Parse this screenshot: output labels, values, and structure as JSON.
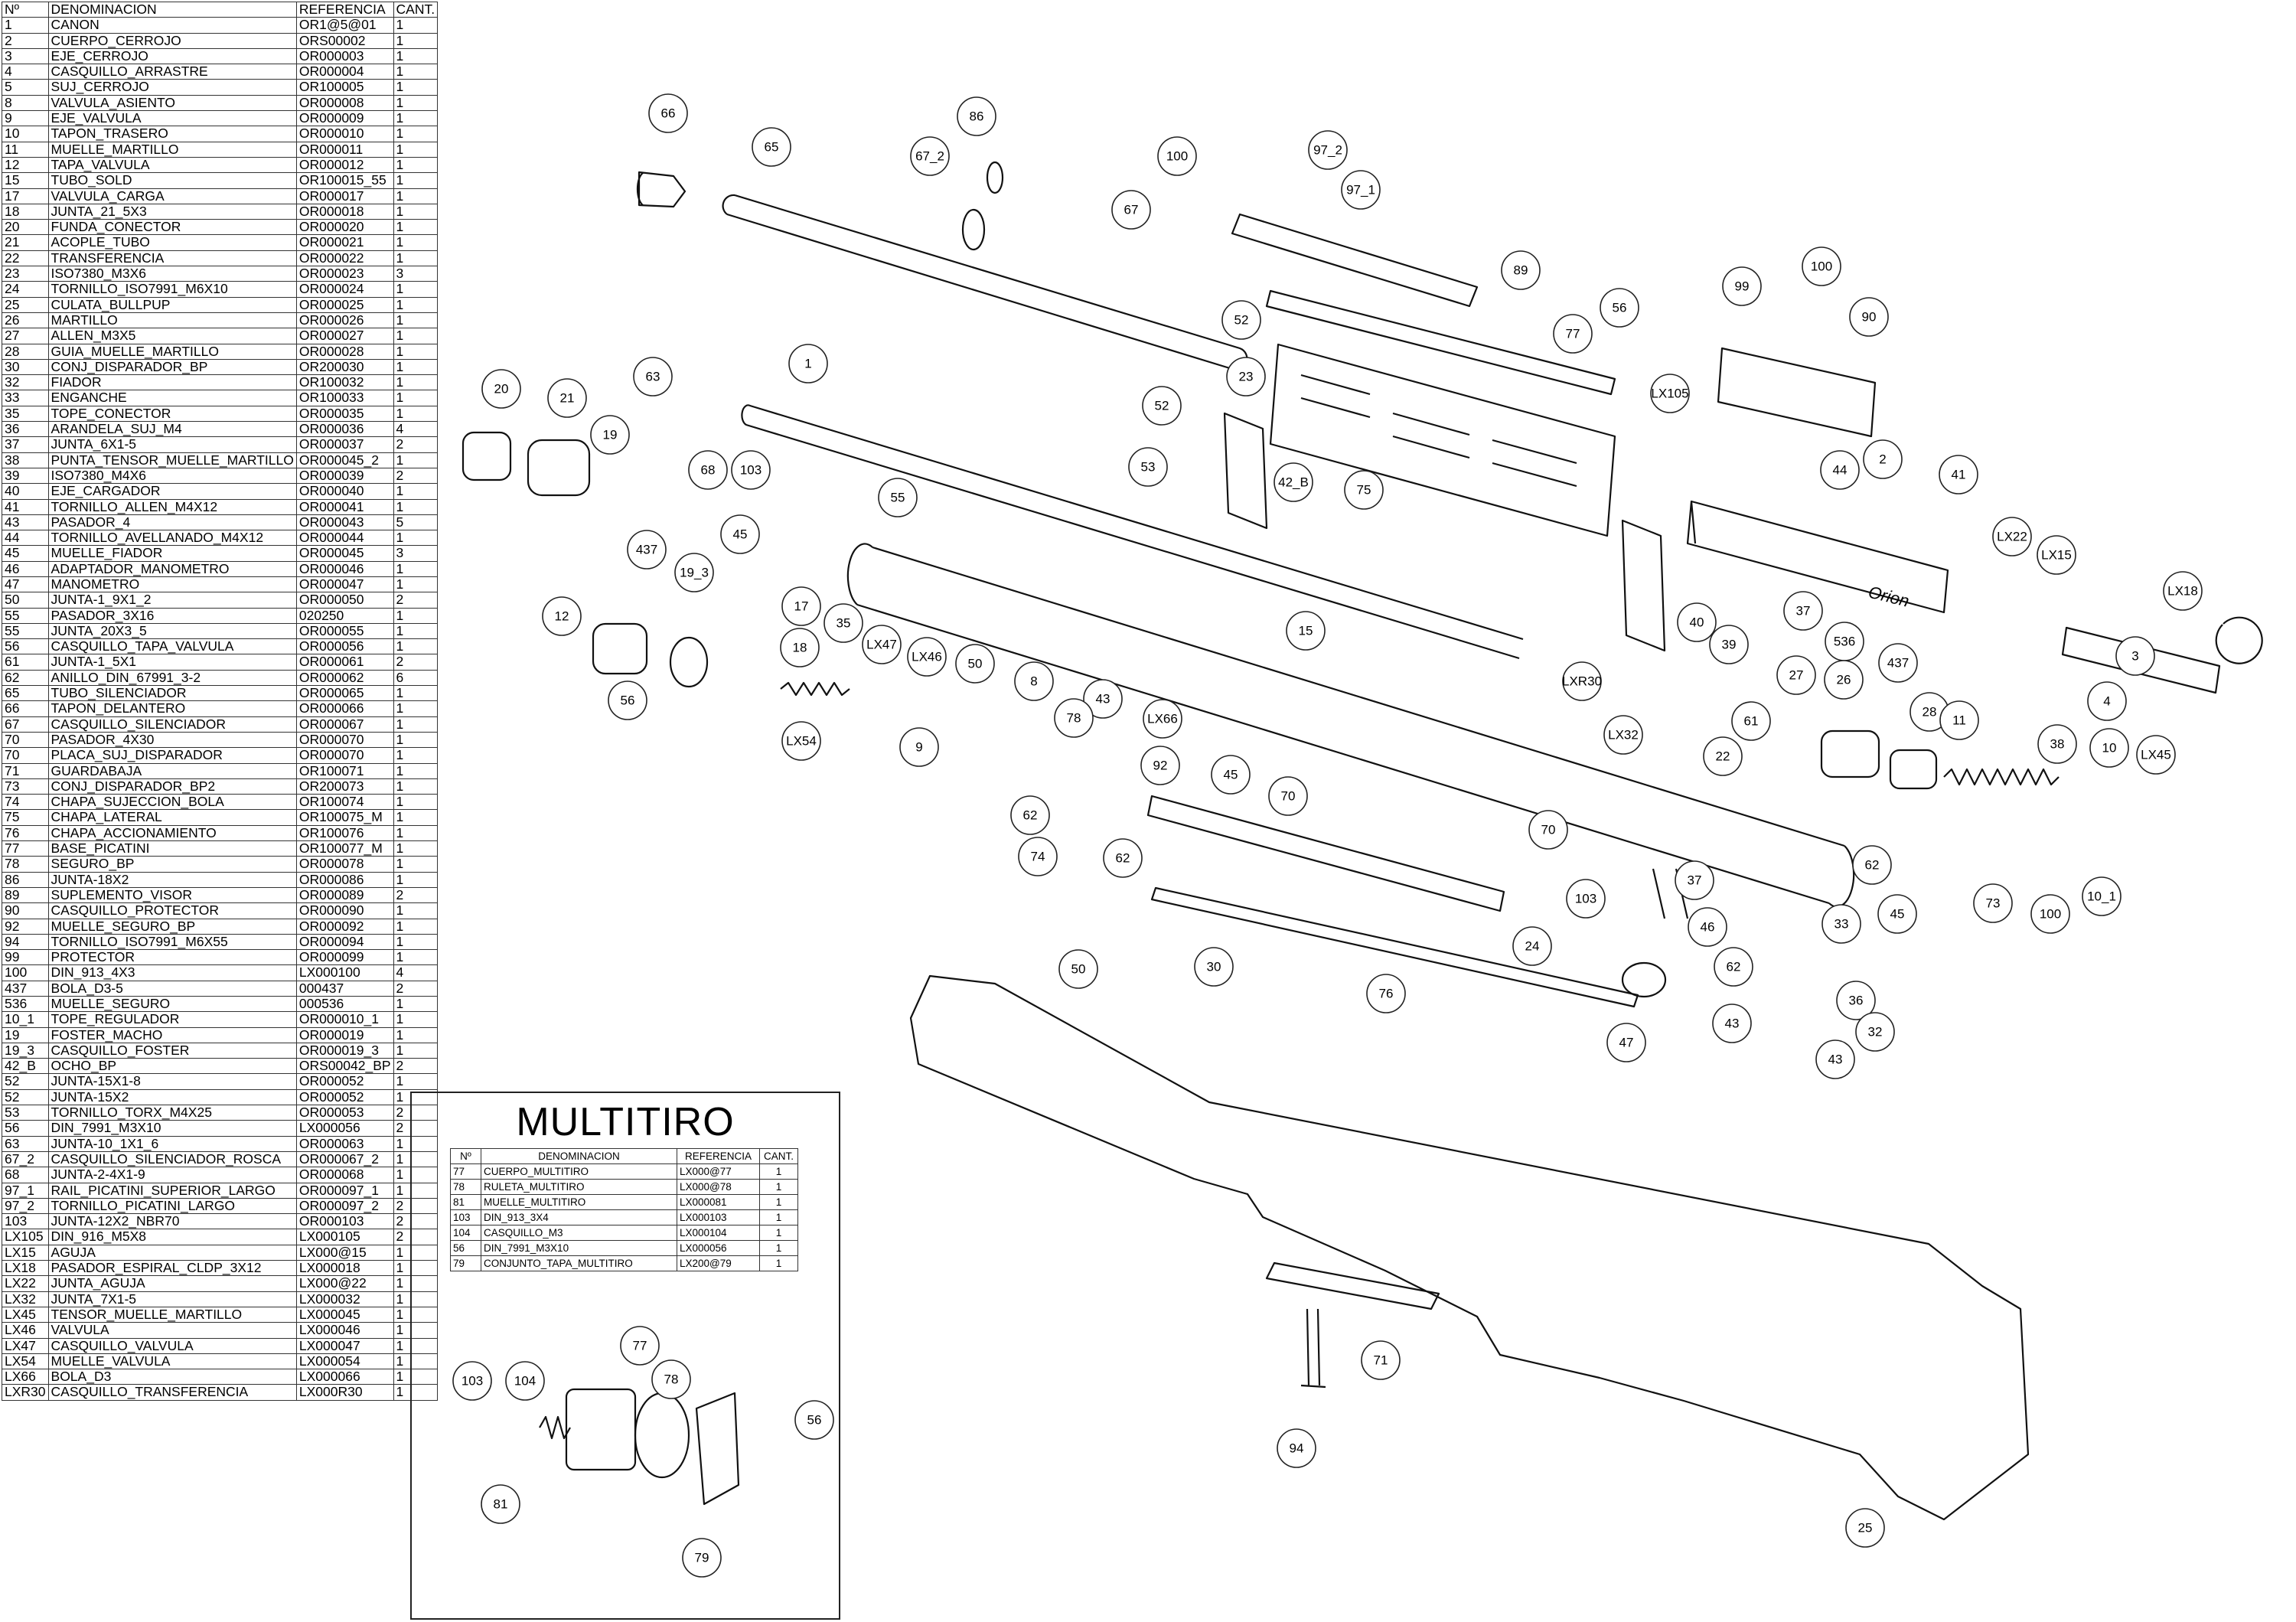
{
  "parts_table": {
    "headers": [
      "Nº",
      "DENOMINACION",
      "REFERENCIA",
      "CANT."
    ],
    "rows": [
      [
        "1",
        "CANON",
        "OR1@5@01",
        "1"
      ],
      [
        "2",
        "CUERPO_CERROJO",
        "ORS00002",
        "1"
      ],
      [
        "3",
        "EJE_CERROJO",
        "OR000003",
        "1"
      ],
      [
        "4",
        "CASQUILLO_ARRASTRE",
        "OR000004",
        "1"
      ],
      [
        "5",
        "SUJ_CERROJO",
        "OR100005",
        "1"
      ],
      [
        "8",
        "VALVULA_ASIENTO",
        "OR000008",
        "1"
      ],
      [
        "9",
        "EJE_VALVULA",
        "OR000009",
        "1"
      ],
      [
        "10",
        "TAPON_TRASERO",
        "OR000010",
        "1"
      ],
      [
        "11",
        "MUELLE_MARTILLO",
        "OR000011",
        "1"
      ],
      [
        "12",
        "TAPA_VALVULA",
        "OR000012",
        "1"
      ],
      [
        "15",
        "TUBO_SOLD",
        "OR100015_55",
        "1"
      ],
      [
        "17",
        "VALVULA_CARGA",
        "OR000017",
        "1"
      ],
      [
        "18",
        "JUNTA_21_5X3",
        "OR000018",
        "1"
      ],
      [
        "20",
        "FUNDA_CONECTOR",
        "OR000020",
        "1"
      ],
      [
        "21",
        "ACOPLE_TUBO",
        "OR000021",
        "1"
      ],
      [
        "22",
        "TRANSFERENCIA",
        "OR000022",
        "1"
      ],
      [
        "23",
        "ISO7380_M3X6",
        "OR000023",
        "3"
      ],
      [
        "24",
        "TORNILLO_ISO7991_M6X10",
        "OR000024",
        "1"
      ],
      [
        "25",
        "CULATA_BULLPUP",
        "OR000025",
        "1"
      ],
      [
        "26",
        "MARTILLO",
        "OR000026",
        "1"
      ],
      [
        "27",
        "ALLEN_M3X5",
        "OR000027",
        "1"
      ],
      [
        "28",
        "GUIA_MUELLE_MARTILLO",
        "OR000028",
        "1"
      ],
      [
        "30",
        "CONJ_DISPARADOR_BP",
        "OR200030",
        "1"
      ],
      [
        "32",
        "FIADOR",
        "OR100032",
        "1"
      ],
      [
        "33",
        "ENGANCHE",
        "OR100033",
        "1"
      ],
      [
        "35",
        "TOPE_CONECTOR",
        "OR000035",
        "1"
      ],
      [
        "36",
        "ARANDELA_SUJ_M4",
        "OR000036",
        "4"
      ],
      [
        "37",
        "JUNTA_6X1-5",
        "OR000037",
        "2"
      ],
      [
        "38",
        "PUNTA_TENSOR_MUELLE_MARTILLO",
        "OR000045_2",
        "1"
      ],
      [
        "39",
        "ISO7380_M4X6",
        "OR000039",
        "2"
      ],
      [
        "40",
        "EJE_CARGADOR",
        "OR000040",
        "1"
      ],
      [
        "41",
        "TORNILLO_ALLEN_M4X12",
        "OR000041",
        "1"
      ],
      [
        "43",
        "PASADOR_4",
        "OR000043",
        "5"
      ],
      [
        "44",
        "TORNILLO_AVELLANADO_M4X12",
        "OR000044",
        "1"
      ],
      [
        "45",
        "MUELLE_FIADOR",
        "OR000045",
        "3"
      ],
      [
        "46",
        "ADAPTADOR_MANOMETRO",
        "OR000046",
        "1"
      ],
      [
        "47",
        "MANOMETRO",
        "OR000047",
        "1"
      ],
      [
        "50",
        "JUNTA-1_9X1_2",
        "OR000050",
        "2"
      ],
      [
        "55",
        "PASADOR_3X16",
        "020250",
        "1"
      ],
      [
        "55",
        "JUNTA_20X3_5",
        "OR000055",
        "1"
      ],
      [
        "56",
        "CASQUILLO_TAPA_VALVULA",
        "OR000056",
        "1"
      ],
      [
        "61",
        "JUNTA-1_5X1",
        "OR000061",
        "2"
      ],
      [
        "62",
        "ANILLO_DIN_67991_3-2",
        "OR000062",
        "6"
      ],
      [
        "65",
        "TUBO_SILENCIADOR",
        "OR000065",
        "1"
      ],
      [
        "66",
        "TAPON_DELANTERO",
        "OR000066",
        "1"
      ],
      [
        "67",
        "CASQUILLO_SILENCIADOR",
        "OR000067",
        "1"
      ],
      [
        "70",
        "PASADOR_4X30",
        "OR000070",
        "1"
      ],
      [
        "70",
        "PLACA_SUJ_DISPARADOR",
        "OR000070",
        "1"
      ],
      [
        "71",
        "GUARDABAJA",
        "OR100071",
        "1"
      ],
      [
        "73",
        "CONJ_DISPARADOR_BP2",
        "OR200073",
        "1"
      ],
      [
        "74",
        "CHAPA_SUJECCION_BOLA",
        "OR100074",
        "1"
      ],
      [
        "75",
        "CHAPA_LATERAL",
        "OR100075_M",
        "1"
      ],
      [
        "76",
        "CHAPA_ACCIONAMIENTO",
        "OR100076",
        "1"
      ],
      [
        "77",
        "BASE_PICATINI",
        "OR100077_M",
        "1"
      ],
      [
        "78",
        "SEGURO_BP",
        "OR000078",
        "1"
      ],
      [
        "86",
        "JUNTA-18X2",
        "OR000086",
        "1"
      ],
      [
        "89",
        "SUPLEMENTO_VISOR",
        "OR000089",
        "2"
      ],
      [
        "90",
        "CASQUILLO_PROTECTOR",
        "OR000090",
        "1"
      ],
      [
        "92",
        "MUELLE_SEGURO_BP",
        "OR000092",
        "1"
      ],
      [
        "94",
        "TORNILLO_ISO7991_M6X55",
        "OR000094",
        "1"
      ],
      [
        "99",
        "PROTECTOR",
        "OR000099",
        "1"
      ],
      [
        "100",
        "DIN_913_4X3",
        "LX000100",
        "4"
      ],
      [
        "437",
        "BOLA_D3-5",
        "000437",
        "2"
      ],
      [
        "536",
        "MUELLE_SEGURO",
        "000536",
        "1"
      ],
      [
        "10_1",
        "TOPE_REGULADOR",
        "OR000010_1",
        "1"
      ],
      [
        "19",
        "FOSTER_MACHO",
        "OR000019",
        "1"
      ],
      [
        "19_3",
        "CASQUILLO_FOSTER",
        "OR000019_3",
        "1"
      ],
      [
        "42_B",
        "OCHO_BP",
        "ORS00042_BP",
        "2"
      ],
      [
        "52",
        "JUNTA-15X1-8",
        "OR000052",
        "1"
      ],
      [
        "52",
        "JUNTA-15X2",
        "OR000052",
        "1"
      ],
      [
        "53",
        "TORNILLO_TORX_M4X25",
        "OR000053",
        "2"
      ],
      [
        "56",
        "DIN_7991_M3X10",
        "LX000056",
        "2"
      ],
      [
        "63",
        "JUNTA-10_1X1_6",
        "OR000063",
        "1"
      ],
      [
        "67_2",
        "CASQUILLO_SILENCIADOR_ROSCA",
        "OR000067_2",
        "1"
      ],
      [
        "68",
        "JUNTA-2-4X1-9",
        "OR000068",
        "1"
      ],
      [
        "97_1",
        "RAIL_PICATINI_SUPERIOR_LARGO",
        "OR000097_1",
        "1"
      ],
      [
        "97_2",
        "TORNILLO_PICATINI_LARGO",
        "OR000097_2",
        "2"
      ],
      [
        "103",
        "JUNTA-12X2_NBR70",
        "OR000103",
        "2"
      ],
      [
        "LX105",
        "DIN_916_M5X8",
        "LX000105",
        "2"
      ],
      [
        "LX15",
        "AGUJA",
        "LX000@15",
        "1"
      ],
      [
        "LX18",
        "PASADOR_ESPIRAL_CLDP_3X12",
        "LX000018",
        "1"
      ],
      [
        "LX22",
        "JUNTA_AGUJA",
        "LX000@22",
        "1"
      ],
      [
        "LX32",
        "JUNTA_7X1-5",
        "LX000032",
        "1"
      ],
      [
        "LX45",
        "TENSOR_MUELLE_MARTILLO",
        "LX000045",
        "1"
      ],
      [
        "LX46",
        "VALVULA",
        "LX000046",
        "1"
      ],
      [
        "LX47",
        "CASQUILLO_VALVULA",
        "LX000047",
        "1"
      ],
      [
        "LX54",
        "MUELLE_VALVULA",
        "LX000054",
        "1"
      ],
      [
        "LX66",
        "BOLA_D3",
        "LX000066",
        "1"
      ],
      [
        "LXR30",
        "CASQUILLO_TRANSFERENCIA",
        "LX000R30",
        "1"
      ]
    ]
  },
  "multitiro": {
    "title": "MULTITIRO",
    "headers": [
      "Nº",
      "DENOMINACION",
      "REFERENCIA",
      "CANT."
    ],
    "rows": [
      [
        "77",
        "CUERPO_MULTITIRO",
        "LX000@77",
        "1"
      ],
      [
        "78",
        "RULETA_MULTITIRO",
        "LX000@78",
        "1"
      ],
      [
        "81",
        "MUELLE_MULTITIRO",
        "LX000081",
        "1"
      ],
      [
        "103",
        "DIN_913_3X4",
        "LX000103",
        "1"
      ],
      [
        "104",
        "CASQUILLO_M3",
        "LX000104",
        "1"
      ],
      [
        "56",
        "DIN_7991_M3X10",
        "LX000056",
        "1"
      ],
      [
        "79",
        "CONJUNTO_TAPA_MULTITIRO",
        "LX200@79",
        "1"
      ]
    ],
    "callouts": [
      "103",
      "104",
      "77",
      "78",
      "56",
      "81",
      "79"
    ]
  },
  "diagram_callouts": [
    "66",
    "65",
    "86",
    "67_2",
    "100",
    "97_2",
    "97_1",
    "67",
    "52",
    "89",
    "23",
    "77",
    "56",
    "99",
    "100",
    "90",
    "20",
    "21",
    "63",
    "19",
    "68",
    "103",
    "55",
    "1",
    "52",
    "53",
    "42_B",
    "75",
    "LX105",
    "44",
    "2",
    "41",
    "LX22",
    "LX15",
    "LX18",
    "437",
    "19_3",
    "45",
    "17",
    "35",
    "18",
    "12",
    "56",
    "15",
    "37",
    "536",
    "437",
    "3",
    "4",
    "LX47",
    "LX46",
    "50",
    "LX54",
    "9",
    "8",
    "43",
    "78",
    "LX66",
    "92",
    "45",
    "40",
    "39",
    "61",
    "LXR30",
    "LX32",
    "22",
    "27",
    "26",
    "28",
    "11",
    "38",
    "10",
    "LX45",
    "62",
    "70",
    "74",
    "62",
    "70",
    "103",
    "37",
    "46",
    "62",
    "33",
    "45",
    "73",
    "100",
    "10_1",
    "50",
    "30",
    "76",
    "24",
    "47",
    "43",
    "36",
    "32",
    "43",
    "62",
    "71",
    "94",
    "25"
  ],
  "product_label": "Orion"
}
